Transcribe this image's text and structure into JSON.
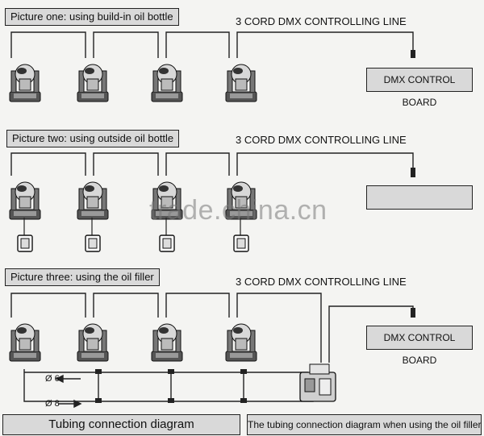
{
  "sections": [
    {
      "title": "Picture one: using build-in oil bottle",
      "line_label": "3 CORD DMX CONTROLLING LINE",
      "board_label": "DMX CONTROL BOARD"
    },
    {
      "title": "Picture two: using outside oil bottle",
      "line_label": "3 CORD DMX CONTROLLING LINE",
      "board_label": ""
    },
    {
      "title": "Picture three: using the oil filler",
      "line_label": "3 CORD DMX CONTROLLING LINE",
      "board_label": "DMX CONTROL BOARD"
    }
  ],
  "tubes": {
    "small": "Ø 6",
    "large": "Ø 8"
  },
  "footer": {
    "left": "Tubing connection diagram",
    "right": "The tubing connection diagram when using the oil filler"
  },
  "watermark": "trade.china.cn",
  "icons": [
    "moving-head-light-icon",
    "oil-bottle-icon",
    "oil-filler-machine-icon",
    "dmx-plug-icon"
  ]
}
